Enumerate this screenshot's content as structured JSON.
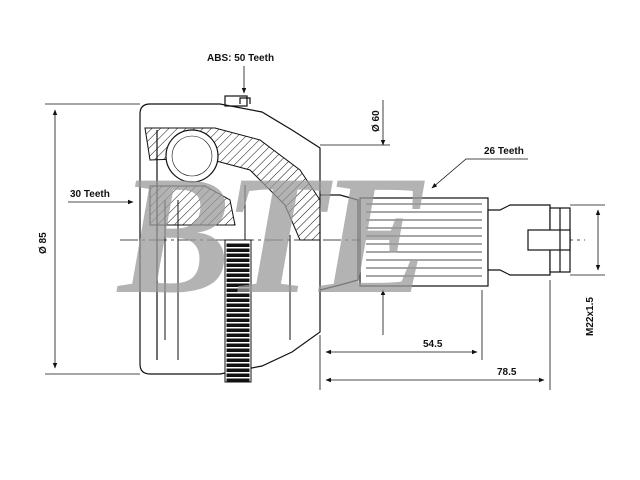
{
  "labels": {
    "abs": "ABS: 50 Teeth",
    "inner_teeth": "30 Teeth",
    "outer_teeth": "26 Teeth",
    "outer_diameter": "Ø 85",
    "shaft_diameter": "Ø 60",
    "length_short": "54.5",
    "length_long": "78.5",
    "thread": "M22x1.5"
  },
  "watermark": "BTE",
  "colors": {
    "line": "#111111",
    "watermark": "#9a9a9a"
  }
}
